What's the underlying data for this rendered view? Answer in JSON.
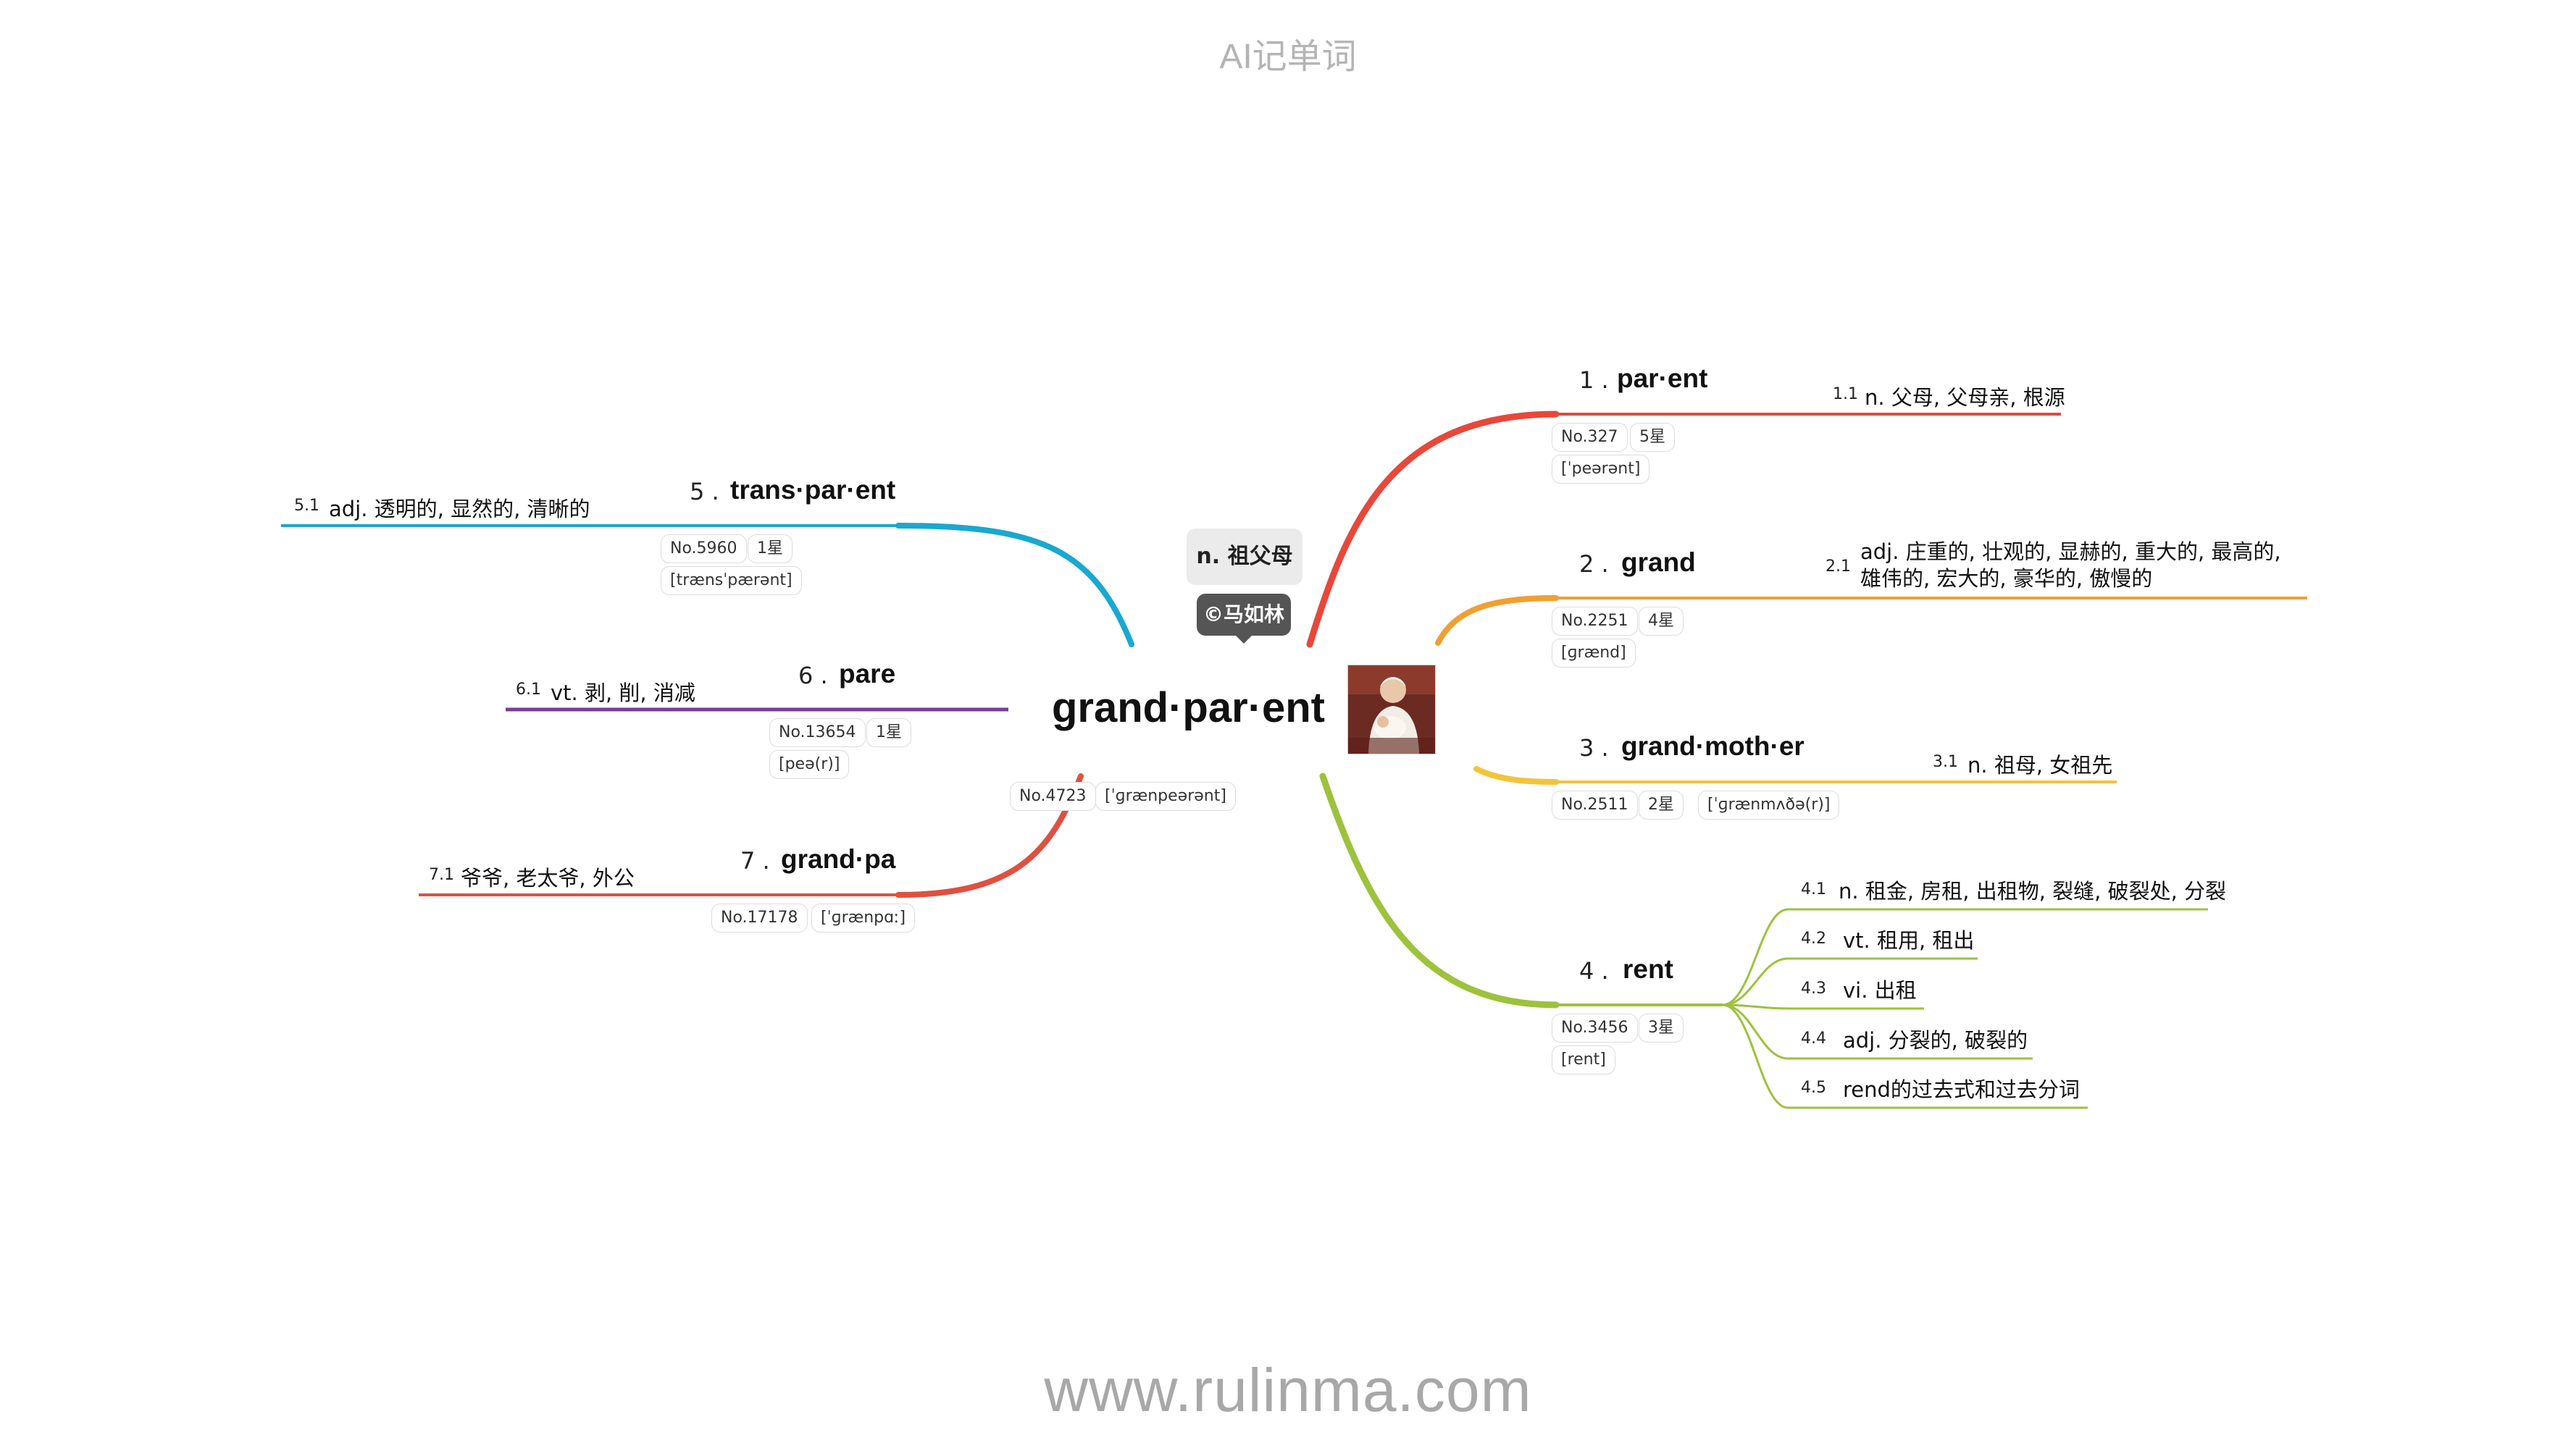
{
  "header": "AI记单词",
  "footer": "www.rulinma.com",
  "center": {
    "word": "grand·par·ent",
    "meaning": "n. 祖父母",
    "author": "©马如林",
    "freq": "No.4723",
    "phonetic": "[ˈɡrænpeərənt]",
    "photo_icon": "grandparent-photo"
  },
  "colors": {
    "b1": "#e8473a",
    "b2": "#f0a033",
    "b3": "#f3c43a",
    "b4": "#9dc23c",
    "b5": "#19a8d0",
    "b6": "#7c3a9c",
    "b7": "#e05040"
  },
  "branches": [
    {
      "num": "1 .",
      "word": "par·ent",
      "freq": "No.327",
      "stars": "5星",
      "phonetic": "[ˈpeərənt]",
      "defs": [
        {
          "n": "1.1",
          "text": "n. 父母, 父母亲, 根源"
        }
      ]
    },
    {
      "num": "2 .",
      "word": "grand",
      "freq": "No.2251",
      "stars": "4星",
      "phonetic": "[ɡrænd]",
      "defs": [
        {
          "n": "2.1",
          "text": "adj. 庄重的, 壮观的, 显赫的, 重大的, 最高的, 雄伟的, 宏大的, 豪华的, 傲慢的"
        }
      ]
    },
    {
      "num": "3 .",
      "word": "grand·moth·er",
      "freq": "No.2511",
      "stars": "2星",
      "phonetic": "[ˈɡrænmʌðə(r)]",
      "defs": [
        {
          "n": "3.1",
          "text": "n. 祖母, 女祖先"
        }
      ]
    },
    {
      "num": "4 .",
      "word": "rent",
      "freq": "No.3456",
      "stars": "3星",
      "phonetic": "[rent]",
      "defs": [
        {
          "n": "4.1",
          "text": "n. 租金, 房租, 出租物, 裂缝, 破裂处, 分裂"
        },
        {
          "n": "4.2",
          "text": "vt. 租用, 租出"
        },
        {
          "n": "4.3",
          "text": "vi. 出租"
        },
        {
          "n": "4.4",
          "text": "adj. 分裂的, 破裂的"
        },
        {
          "n": "4.5",
          "text": "rend的过去式和过去分词"
        }
      ]
    },
    {
      "num": "5 .",
      "word": "trans·par·ent",
      "freq": "No.5960",
      "stars": "1星",
      "phonetic": "[trænsˈpærənt]",
      "defs": [
        {
          "n": "5.1",
          "text": "adj. 透明的, 显然的, 清晰的"
        }
      ]
    },
    {
      "num": "6 .",
      "word": "pare",
      "freq": "No.13654",
      "stars": "1星",
      "phonetic": "[peə(r)]",
      "defs": [
        {
          "n": "6.1",
          "text": "vt. 剥, 削, 消减"
        }
      ]
    },
    {
      "num": "7 .",
      "word": "grand·pa",
      "freq": "No.17178",
      "phonetic": "[ˈɡrænpɑː]",
      "defs": [
        {
          "n": "7.1",
          "text": "爷爷, 老太爷, 外公"
        }
      ]
    }
  ]
}
